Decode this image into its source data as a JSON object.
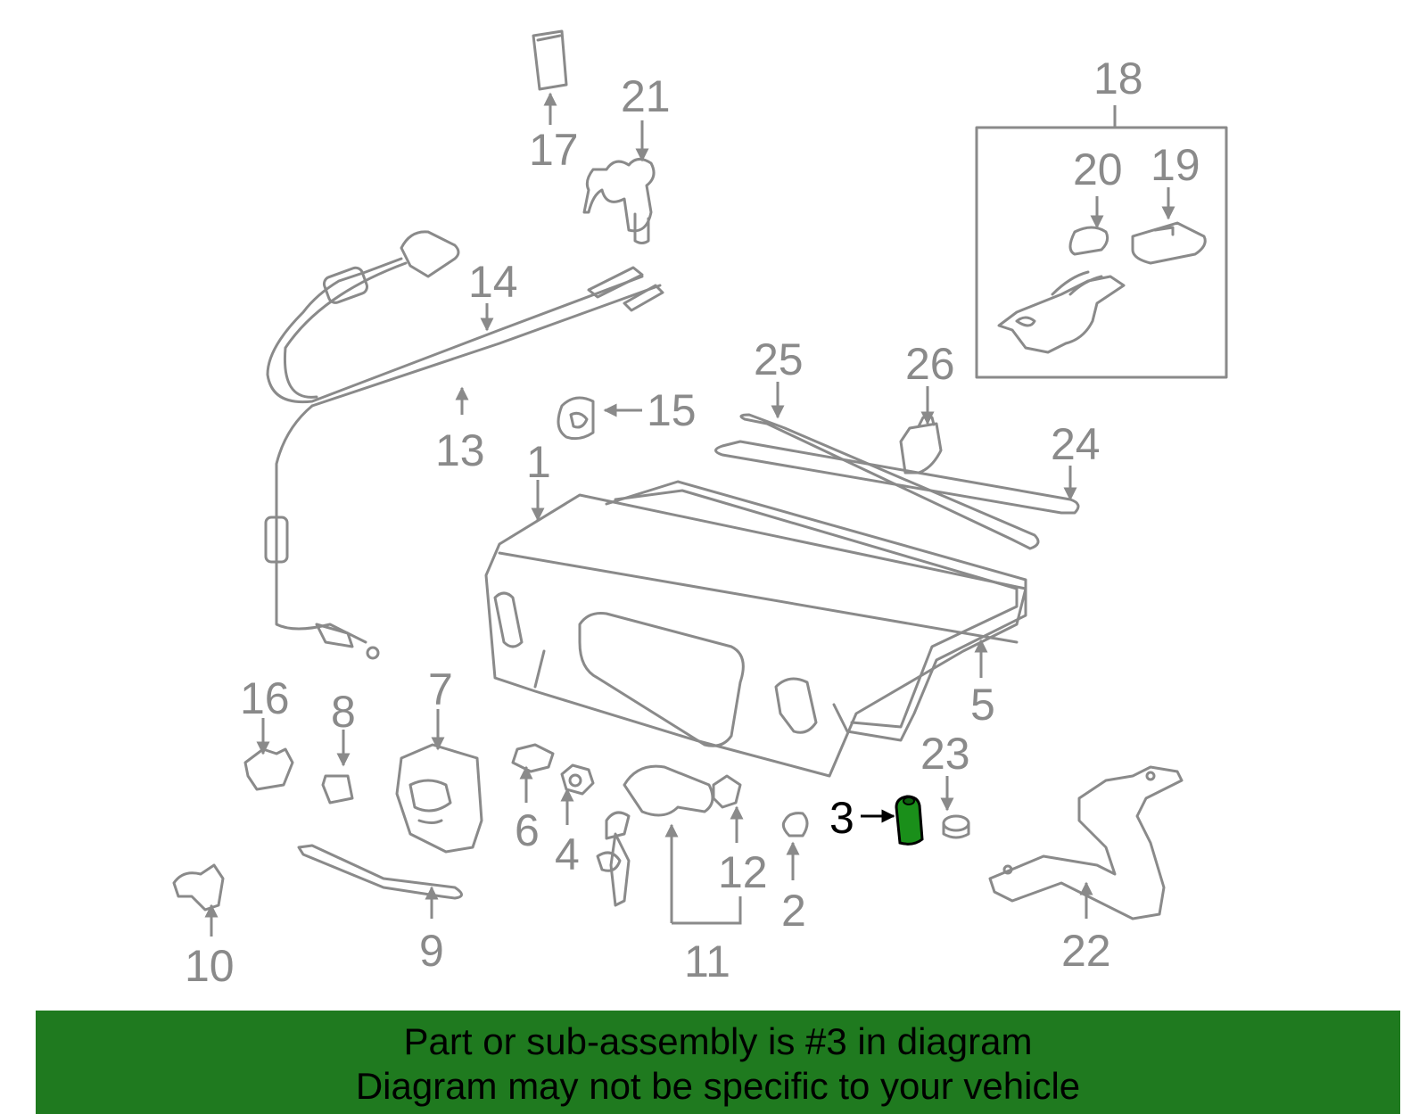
{
  "highlighted_part": "3",
  "colors": {
    "part_stroke": "#8a8a8a",
    "highlight_fill": "#1a8f1a",
    "banner_bg": "#1f7a1f",
    "highlight_label": "#000000"
  },
  "callouts": {
    "c1": "1",
    "c2": "2",
    "c3": "3",
    "c4": "4",
    "c5": "5",
    "c6": "6",
    "c7": "7",
    "c8": "8",
    "c9": "9",
    "c10": "10",
    "c11": "11",
    "c12": "12",
    "c13": "13",
    "c14": "14",
    "c15": "15",
    "c16": "16",
    "c17": "17",
    "c18": "18",
    "c19": "19",
    "c20": "20",
    "c21": "21",
    "c22": "22",
    "c23": "23",
    "c24": "24",
    "c25": "25",
    "c26": "26"
  },
  "banner": {
    "line1": "Part or sub-assembly is #3 in diagram",
    "line2": "Diagram may not be specific to your vehicle"
  }
}
